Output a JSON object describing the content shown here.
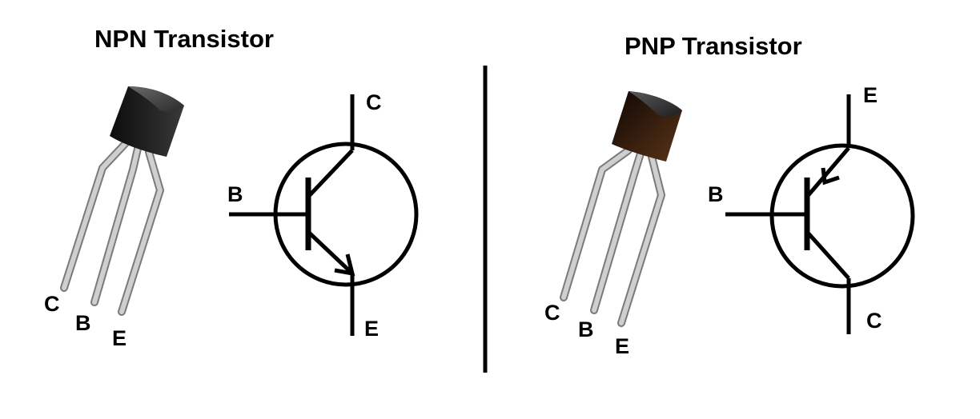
{
  "npn": {
    "title": "NPN Transistor",
    "package_pins": {
      "left": "C",
      "middle": "B",
      "right": "E"
    },
    "symbol_pins": {
      "top": "C",
      "base": "B",
      "bottom": "E"
    }
  },
  "pnp": {
    "title": "PNP Transistor",
    "package_pins": {
      "left": "C",
      "middle": "B",
      "right": "E"
    },
    "symbol_pins": {
      "top": "E",
      "base": "B",
      "bottom": "C"
    }
  },
  "colors": {
    "ink": "#000000",
    "background": "#ffffff",
    "lead": "#c9c9c9",
    "lead_outline": "#7a7a7a",
    "body_npn": "#1b1b1b",
    "body_pnp": "#2a160a"
  }
}
